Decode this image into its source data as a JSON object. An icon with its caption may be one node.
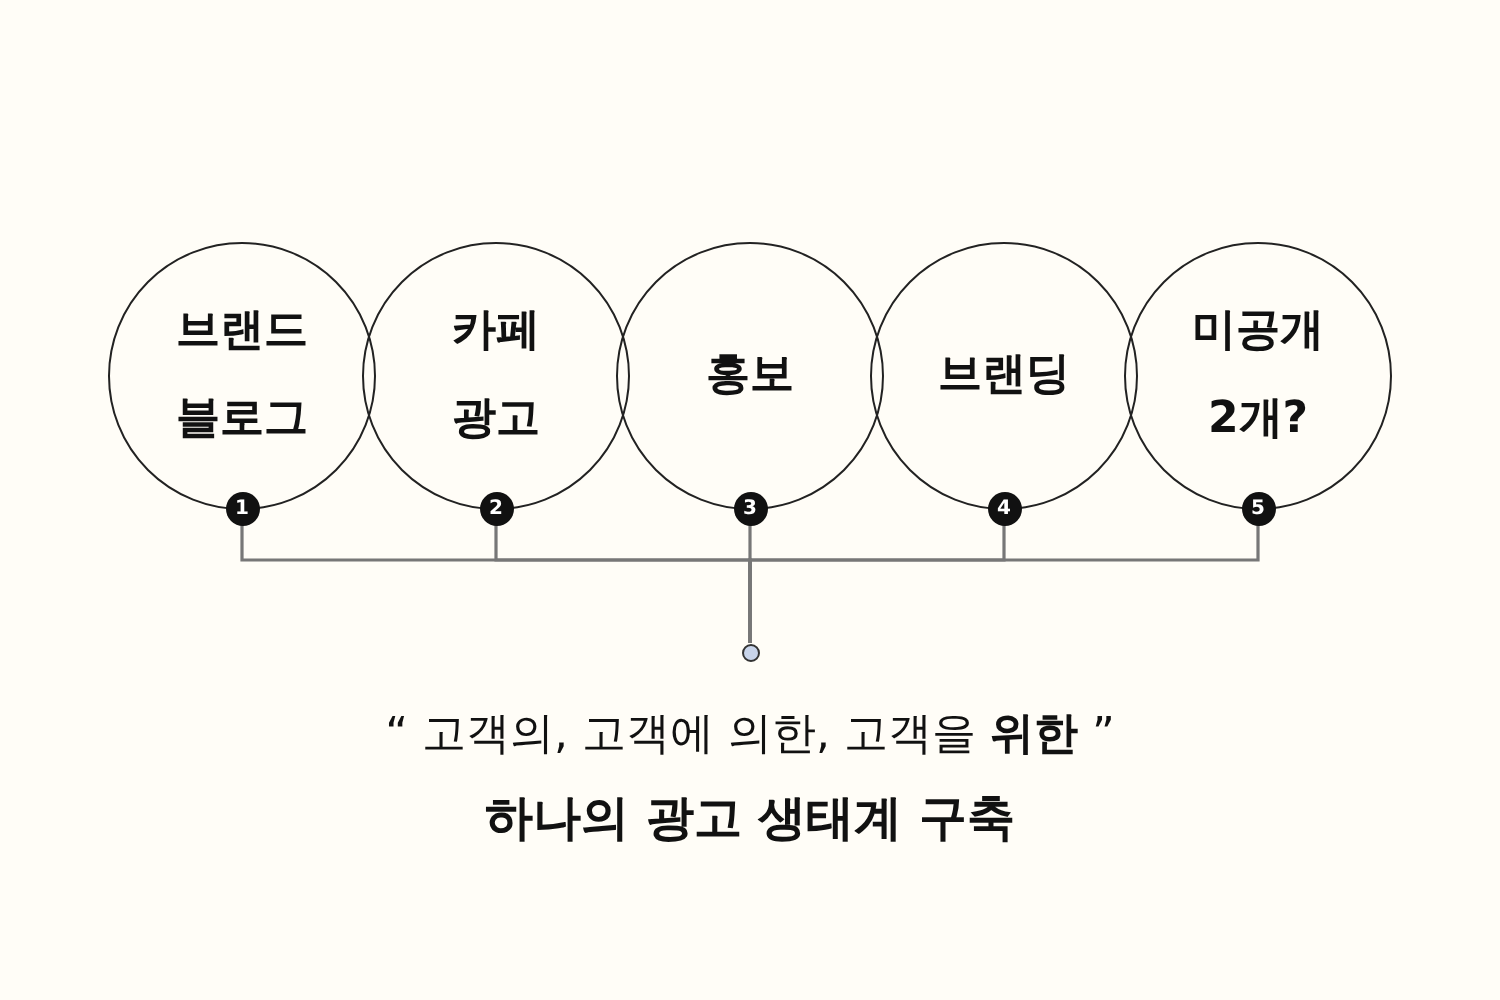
{
  "diagram": {
    "nodes": [
      {
        "text": [
          "브랜드 블로그",
          "1"
        ]
      },
      {
        "text": [
          "카페 광고",
          "2"
        ]
      },
      {
        "text": [
          "홍보",
          "3"
        ]
      },
      {
        "text": [
          "브랜딩",
          "4"
        ]
      },
      {
        "text": [
          "미공개 2개?",
          "5"
        ]
      },
      {
        "text": [],
        "shape": "circle"
      }
    ],
    "edges": [
      {
        "from": 0,
        "to": 5,
        "arrow": "none"
      },
      {
        "from": 1,
        "to": 5,
        "arrow": "none"
      },
      {
        "from": 2,
        "to": 5,
        "arrow": "none"
      },
      {
        "from": 3,
        "to": 5,
        "arrow": "none"
      },
      {
        "from": 4,
        "to": 5,
        "arrow": "none"
      }
    ],
    "labels": [
      "“ 고객의, 고객에 의한, 고객을 **위한** ”",
      "하나의 광고 생태계 구축"
    ]
  }
}
